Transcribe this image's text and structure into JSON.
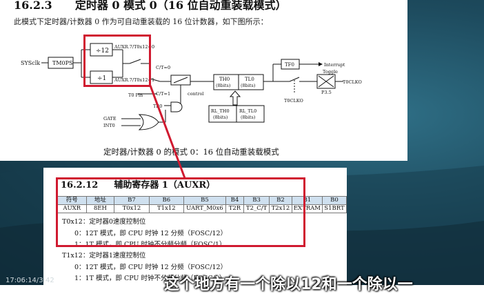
{
  "colors": {
    "annotation_red": "#d01a30",
    "table_header_bg": "#cfe0ef",
    "desktop_bg": "#1d4a5d"
  },
  "doc_top": {
    "section_number": "16.2.3",
    "section_title": "定时器 0 模式 0（16 位自动重装载模式）",
    "description": "此模式下定时器/计数器 0 作为可自动重装载的 16 位计数器，如下图所示：",
    "caption": "定时器/计数器 0 的模式 0：16 位自动重装载模式",
    "diagram": {
      "sysclk": "SYSclk",
      "tm0ps": "TM0PS",
      "div12": "÷12",
      "div1": "÷1",
      "auxr_0": "AUXR.7/T0x12=0",
      "auxr_1": "AUXR.7/T0x12=1",
      "ct0": "C/T=0",
      "ct1": "C/T=1",
      "t0pin": "T0 Pin",
      "control": "control",
      "tr0": "TR0",
      "gate": "GATE",
      "int0": "INT0",
      "th0": "TH0",
      "th0_bits": "(8bits)",
      "tl0": "TL0",
      "tl0_bits": "(8bits)",
      "rl_th0": "RL_TH0",
      "rl_th0_bits": "(8bits)",
      "rl_tl0": "RL_TL0",
      "rl_tl0_bits": "(8bits)",
      "tf0": "TF0",
      "interrupt": "Interrupt",
      "toggle": "Toggle",
      "t0clko_out": "T0CLKO",
      "p35": "P3.5",
      "t0clko": "T0CLKO"
    }
  },
  "doc_aux": {
    "section_number": "16.2.12",
    "section_title": "辅助寄存器 1（AUXR）",
    "table_header": [
      "符号",
      "地址",
      "B7",
      "B6",
      "B5",
      "B4",
      "B3",
      "B2",
      "B1",
      "B0"
    ],
    "table_row": [
      "AUXR",
      "8EH",
      "T0x12",
      "T1x12",
      "UART_M0x6",
      "T2R",
      "T2_C/T",
      "T2x12",
      "EXTRAM",
      "S1BRT"
    ],
    "t0x12_label": "T0x12：定时器0速度控制位",
    "t0x12_opt0": "0：12T 模式，即 CPU 时钟 12 分频（FOSC/12）",
    "t0x12_opt1": "1：1T 模式，即 CPU 时钟不分频分频（FOSC/1）",
    "t1x12_label": "T1x12：定时器1速度控制位",
    "t1x12_opt0": "0：12T 模式，即 CPU 时钟 12 分频（FOSC/12）",
    "t1x12_opt1": "1：1T 模式，即 CPU 时钟不分频分频（FOSC/1）"
  },
  "video": {
    "timestamp": "17:06:14/3:42",
    "subtitle": "这个地方有一个除以12和一个除以一"
  }
}
